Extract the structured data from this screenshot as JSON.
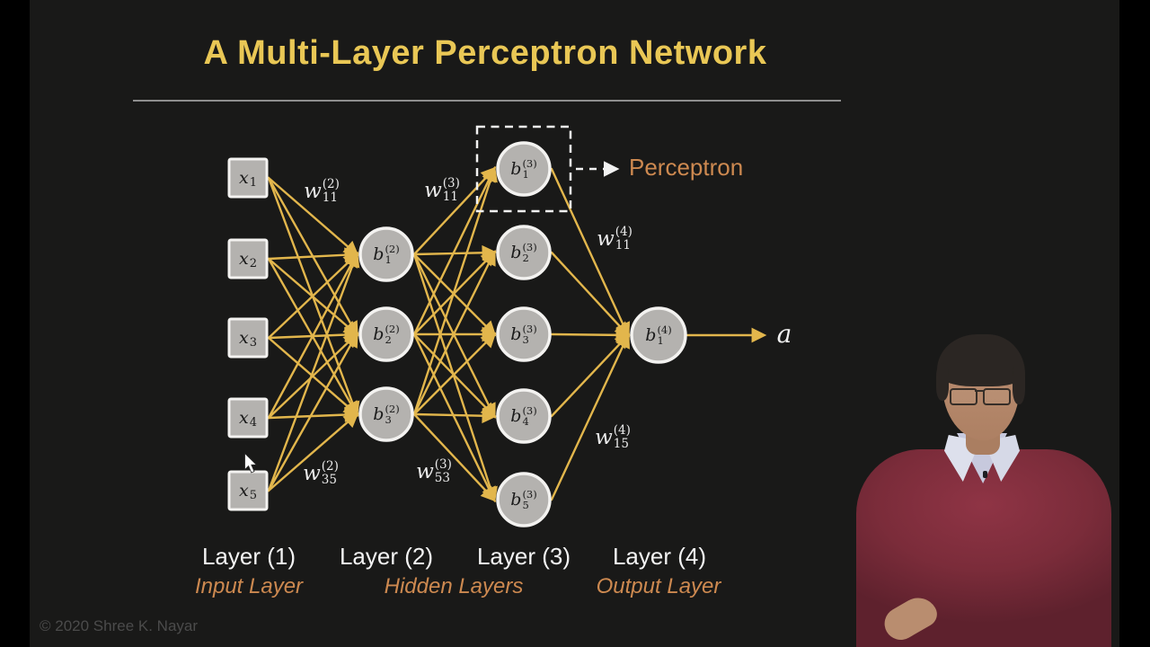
{
  "title": "A Multi-Layer Perceptron Network",
  "footer": {
    "copyright": "© 2020 Shree K. Nayar"
  },
  "captions": {
    "layer_titles": [
      "Layer (1)",
      "Layer (2)",
      "Layer (3)",
      "Layer (4)"
    ],
    "group_titles": [
      "Input Layer",
      "Hidden Layers",
      "Output Layer"
    ]
  },
  "diagram": {
    "perceptron_label": "Perceptron",
    "output_label": "a",
    "connectivity": "fully_connected_feedforward",
    "perceptron_box_node": "b1(3)",
    "input_nodes": [
      {
        "base": "x",
        "sub": "1"
      },
      {
        "base": "x",
        "sub": "2"
      },
      {
        "base": "x",
        "sub": "3"
      },
      {
        "base": "x",
        "sub": "4"
      },
      {
        "base": "x",
        "sub": "5"
      }
    ],
    "hidden_layer2_nodes": [
      {
        "base": "b",
        "sub": "1",
        "sup": "(2)"
      },
      {
        "base": "b",
        "sub": "2",
        "sup": "(2)"
      },
      {
        "base": "b",
        "sub": "3",
        "sup": "(2)"
      }
    ],
    "hidden_layer3_nodes": [
      {
        "base": "b",
        "sub": "1",
        "sup": "(3)"
      },
      {
        "base": "b",
        "sub": "2",
        "sup": "(3)"
      },
      {
        "base": "b",
        "sub": "3",
        "sup": "(3)"
      },
      {
        "base": "b",
        "sub": "4",
        "sup": "(3)"
      },
      {
        "base": "b",
        "sub": "5",
        "sup": "(3)"
      }
    ],
    "output_nodes": [
      {
        "base": "b",
        "sub": "1",
        "sup": "(4)"
      }
    ],
    "weight_labels": [
      {
        "id": "w11_2",
        "base": "w",
        "sub": "11",
        "sup": "(2)"
      },
      {
        "id": "w11_3",
        "base": "w",
        "sub": "11",
        "sup": "(3)"
      },
      {
        "id": "w11_4",
        "base": "w",
        "sub": "11",
        "sup": "(4)"
      },
      {
        "id": "w35_2",
        "base": "w",
        "sub": "35",
        "sup": "(2)"
      },
      {
        "id": "w53_3",
        "base": "w",
        "sub": "53",
        "sup": "(3)"
      },
      {
        "id": "w15_4",
        "base": "w",
        "sub": "15",
        "sup": "(4)"
      }
    ]
  },
  "colors": {
    "slide_background": "#191918",
    "edge_gold": "#e2b64c",
    "title_gold": "#e9c755",
    "callout_orange": "#cd8950",
    "node_fill": "#b4b2af",
    "node_stroke": "#f3f2f0",
    "node_text": "#1a1a1a",
    "weight_text": "#ececec",
    "caption_white": "#f3f3f3",
    "copyright_gray": "#4b4b4b",
    "dashed_white": "#f2f2f2",
    "sweater_maroon": "#7b2c3a"
  }
}
